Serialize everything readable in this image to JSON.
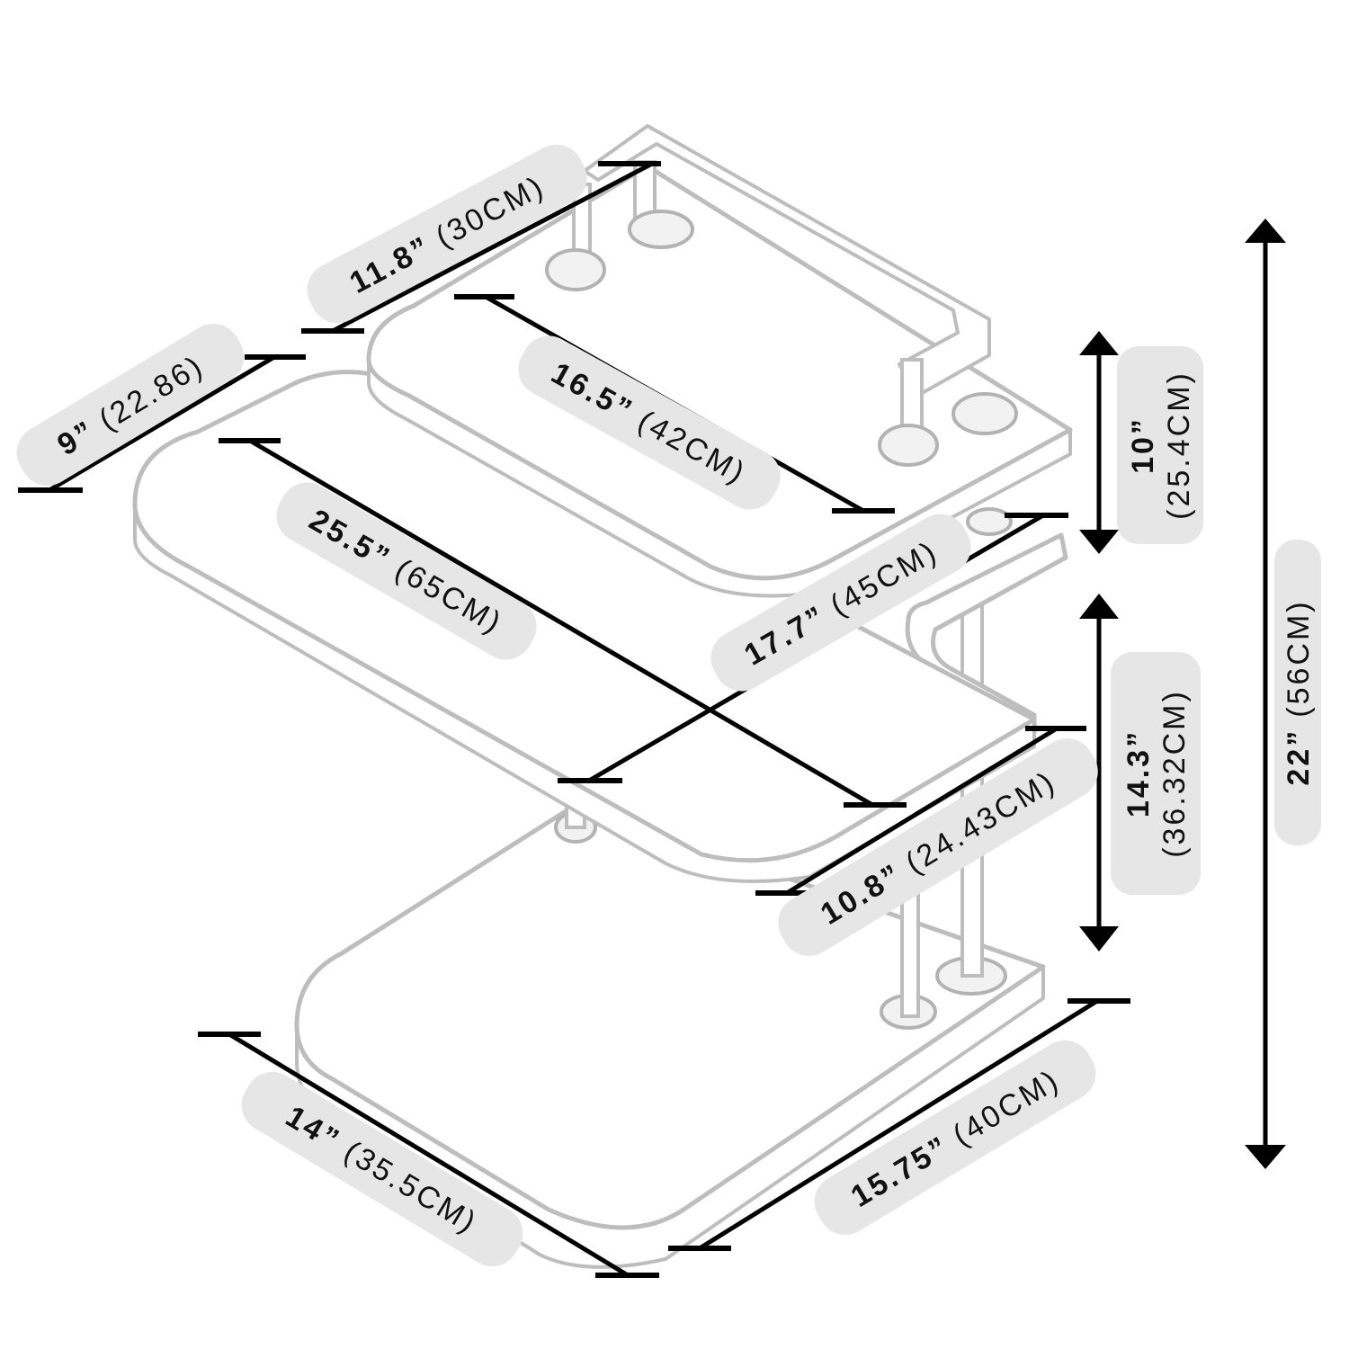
{
  "colors": {
    "outline": "#bdbdbd",
    "dimension": "#000000",
    "label_bg": "#e6e6e6"
  },
  "dimensions": {
    "top_depth": {
      "value": "11.8”",
      "metric": "(30CM)"
    },
    "top_width": {
      "value": "16.5”",
      "metric": "(42CM)"
    },
    "mid_depth": {
      "value": "9”",
      "metric": "(22.86)"
    },
    "mid_width": {
      "value": "25.5”",
      "metric": "(65CM)"
    },
    "mid_diag": {
      "value": "17.7”",
      "metric": "(45CM)"
    },
    "mid_side": {
      "value": "10.8”",
      "metric": "(24.43CM)"
    },
    "top_gap": {
      "value": "10”",
      "metric": "(25.4CM)"
    },
    "mid_gap": {
      "value": "14.3”",
      "metric": "(36.32CM)"
    },
    "total_height": {
      "value": "22”",
      "metric": "(56CM)"
    },
    "base_left": {
      "value": "14”",
      "metric": "(35.5CM)"
    },
    "base_right": {
      "value": "15.75”",
      "metric": "(40CM)"
    }
  }
}
